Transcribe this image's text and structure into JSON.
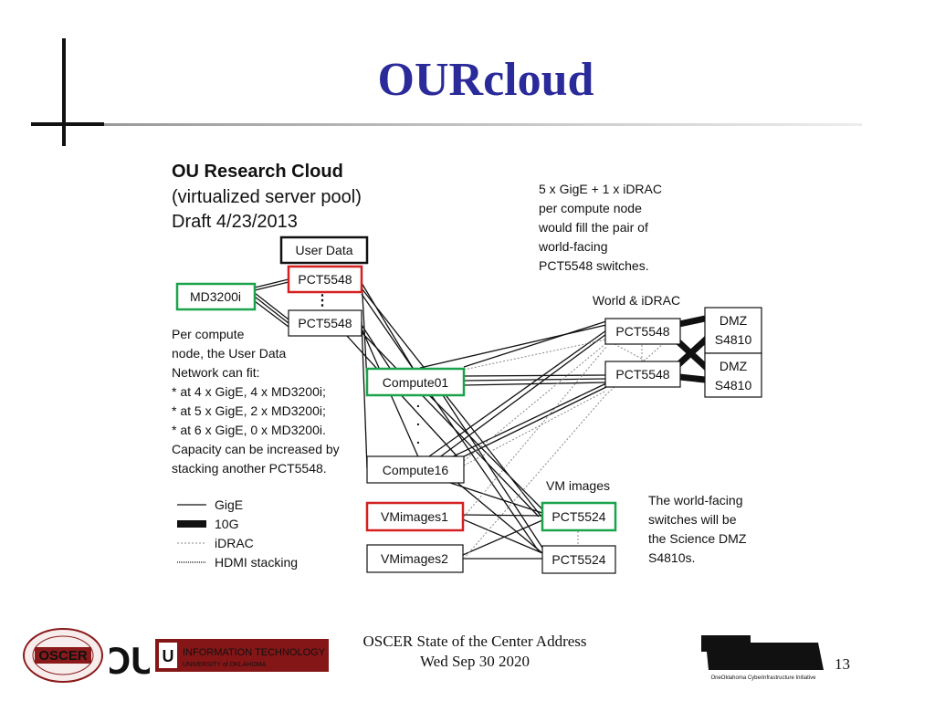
{
  "slide": {
    "title": "OURcloud",
    "footer_line1": "OSCER State of the Center Address",
    "footer_line2": "Wed Sep 30 2020",
    "page_number": "13"
  },
  "diagram": {
    "heading_line1": "OU Research Cloud",
    "heading_line2": "(virtualized server pool)",
    "heading_line3": "Draft 4/23/2013",
    "note_top": [
      "5 x GigE + 1 x iDRAC",
      "per compute node",
      "would fill the pair of",
      "world-facing",
      "PCT5548 switches."
    ],
    "note_left": [
      "Per compute",
      "node, the User Data",
      "Network can fit:",
      "* at 4 x GigE, 4 x MD3200i;",
      "* at 5 x GigE, 2 x MD3200i;",
      "* at 6 x GigE, 0 x MD3200i.",
      "Capacity can be increased by",
      "stacking another PCT5548."
    ],
    "note_right": [
      "The world-facing",
      "switches  will be",
      "the Science DMZ",
      "S4810s."
    ],
    "label_world_idrac": "World & iDRAC",
    "label_vm_images": "VM images",
    "nodes": {
      "user_data": "User Data",
      "pct5548_top": "PCT5548",
      "pct5548_mid": "PCT5548",
      "md3200i": "MD3200i",
      "compute01": "Compute01",
      "compute16": "Compute16",
      "vmimages1": "VMimages1",
      "vmimages2": "VMimages2",
      "pct5524_top": "PCT5524",
      "pct5524_bot": "PCT5524",
      "world_pct5548_top": "PCT5548",
      "world_pct5548_bot": "PCT5548",
      "dmz_top_line1": "DMZ",
      "dmz_top_line2": "S4810",
      "dmz_bot_line1": "DMZ",
      "dmz_bot_line2": "S4810"
    },
    "legend": [
      {
        "label": "GigE"
      },
      {
        "label": "10G"
      },
      {
        "label": "iDRAC"
      },
      {
        "label": "HDMI stacking"
      }
    ],
    "colors": {
      "red_box": "#d42020",
      "green_box": "#1aa34a",
      "title": "#2a2a9a"
    }
  },
  "logos": {
    "oscer": "OSCER",
    "ou": "OU",
    "it_line1": "INFORMATION TECHNOLOGY",
    "it_line2": "UNIVERSITY of OKLAHOMA",
    "oneocii": "ONEOCII",
    "oneocii_tag": "OneOklahoma Cyberinfrastructure Initiative"
  }
}
